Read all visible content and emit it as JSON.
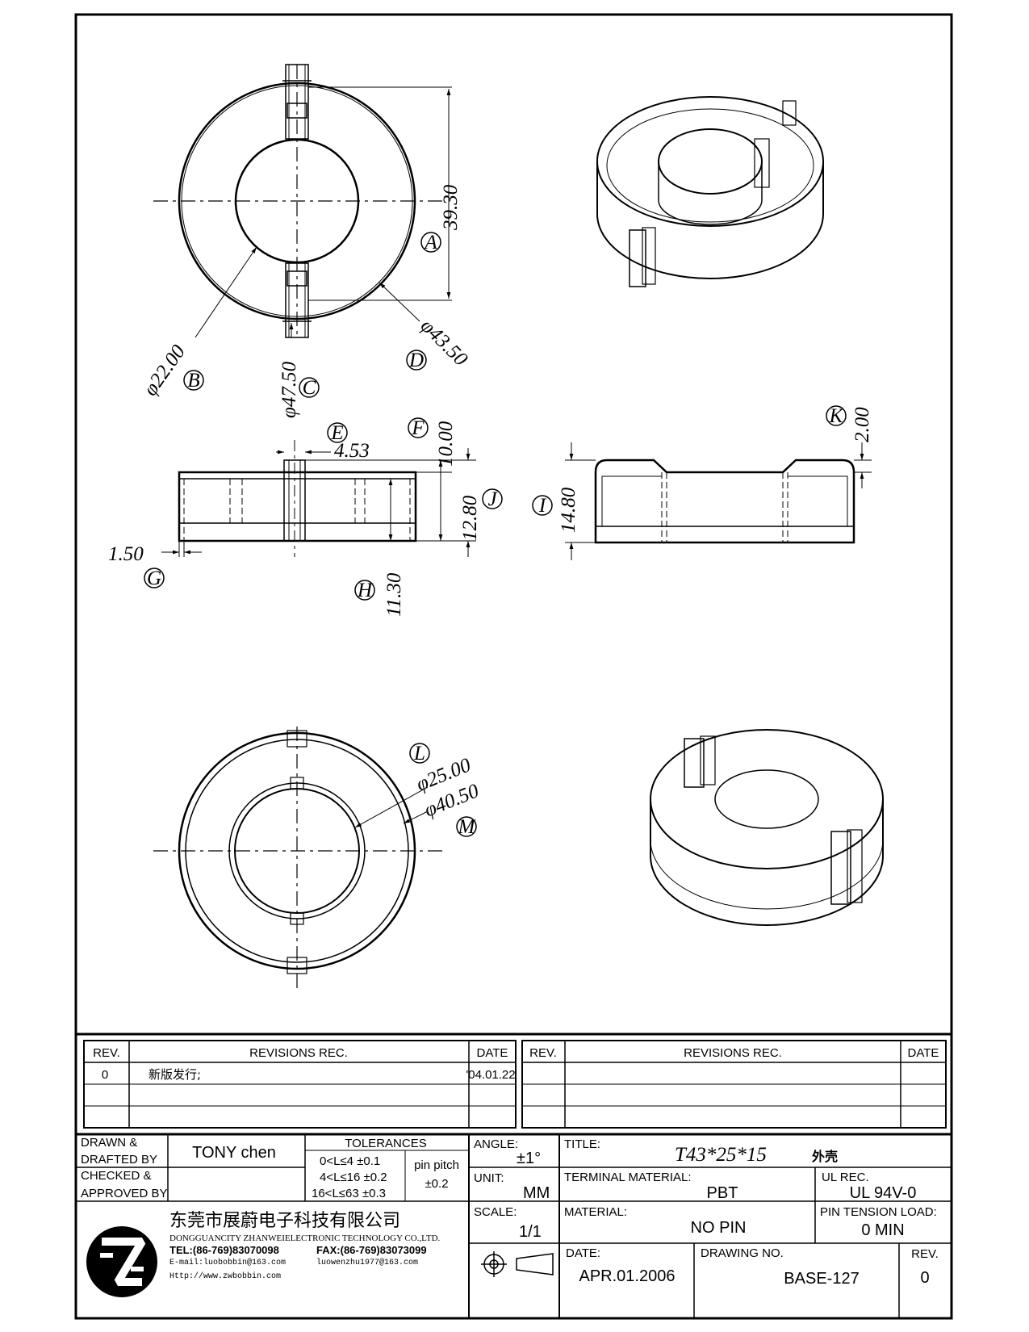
{
  "dimensions": {
    "d_39_30": "39.30",
    "d_22_00": "φ22.00",
    "d_47_50": "φ47.50",
    "d_43_50": "φ43.50",
    "d_4_53": "4.53",
    "d_10_00": "10.00",
    "d_12_80": "12.80",
    "d_1_50": "1.50",
    "d_11_30": "11.30",
    "d_14_80": "14.80",
    "d_2_00": "2.00",
    "d_25_00": "φ25.00",
    "d_40_50": "φ40.50"
  },
  "callouts": [
    "A",
    "B",
    "C",
    "D",
    "E",
    "F",
    "G",
    "H",
    "I",
    "J",
    "K",
    "L",
    "M"
  ],
  "revisions": {
    "headers": {
      "rev": "REV.",
      "rec": "REVISIONS   REC.",
      "date": "DATE"
    },
    "rows": [
      {
        "rev": "0",
        "rec": "新版发行;",
        "date": "'04.01.22"
      }
    ]
  },
  "title_block": {
    "drawn_label_1": "DRAWN &",
    "drawn_label_2": "DRAFTED BY",
    "drawn_by": "TONY chen",
    "checked_label_1": "CHECKED &",
    "checked_label_2": "APPROVED BY",
    "tolerances_label": "TOLERANCES",
    "tol_rows": [
      "0<L≤4   ±0.1",
      "4<L≤16  ±0.2",
      "16<L≤63  ±0.3"
    ],
    "pin_pitch_label": "pin pitch",
    "pin_pitch_value": "±0.2",
    "angle_label": "ANGLE:",
    "angle_value": "±1°",
    "unit_label": "UNIT:",
    "unit_value": "MM",
    "scale_label": "SCALE:",
    "scale_value": "1/1",
    "title_label": "TITLE:",
    "title_value": "T43*25*15",
    "title_cn": "外壳",
    "terminal_label": "TERMINAL MATERIAL:",
    "terminal_value": "PBT",
    "ul_label": "UL REC.",
    "ul_value": "UL 94V-0",
    "material_label": "MATERIAL:",
    "material_value": "NO PIN",
    "pin_tension_label": "PIN TENSION LOAD:",
    "pin_tension_value": "0 MIN",
    "date_label": "DATE:",
    "date_value": "APR.01.2006",
    "drawing_no_label": "DRAWING NO.",
    "drawing_no_value": "BASE-127",
    "rev_label": "REV.",
    "rev_value": "0"
  },
  "company": {
    "name_cn": "东莞市展蔚电子科技有限公司",
    "name_en": "DONGGUANCITY ZHANWEIELECTRONIC TECHNOLOGY CO.,LTD.",
    "tel": "TEL:(86-769)83070098",
    "fax": "FAX:(86-769)83073099",
    "email1": "E-mail:luobobbin@163.com",
    "email2": "luowenzhu1977@163.com",
    "web": "Http://www.zwbobbin.com"
  }
}
